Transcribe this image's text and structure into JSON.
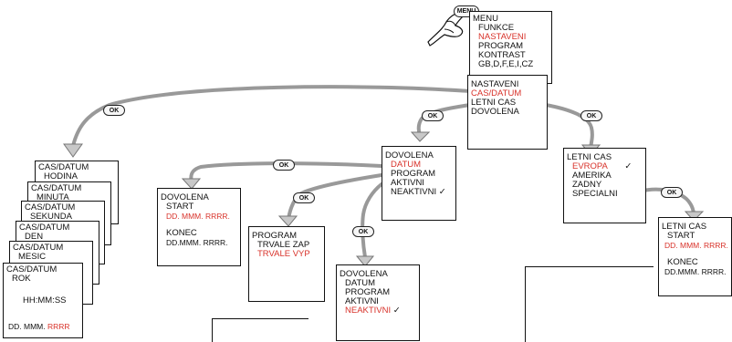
{
  "menu_button": "MENU",
  "ok_label": "OK",
  "menu_box": [
    "MENU",
    "FUNKCE",
    "NASTAVENI",
    "PROGRAM",
    "KONTRAST",
    "GB,D,F,E,I,CZ"
  ],
  "nastaveni_box": [
    "NASTAVENI",
    "CAS/DATUM",
    "LETNI CAS",
    "DOVOLENA"
  ],
  "cas_stack": [
    {
      "title": "CAS/DATUM",
      "sub": "HODINA"
    },
    {
      "title": "CAS/DATUM",
      "sub": "MINUTA"
    },
    {
      "title": "CAS/DATUM",
      "sub": "SEKUNDA"
    },
    {
      "title": "CAS/DATUM",
      "sub": "DEN"
    },
    {
      "title": "CAS/DATUM",
      "sub": "MESIC"
    }
  ],
  "cas_front": {
    "title": "CAS/DATUM",
    "sub": "ROK",
    "time": "HH:MM:SS",
    "date_prefix": "DD. MMM.",
    "date_red": "RRRR"
  },
  "dovolena_menu": [
    "DOVOLENA",
    "DATUM",
    "PROGRAM",
    "AKTIVNI",
    "NEAKTIVNI"
  ],
  "checkmark": "✓",
  "dovolena_datum": [
    "DOVOLENA",
    "START",
    "DD. MMM. RRRR.",
    "KONEC",
    "DD.MMM. RRRR."
  ],
  "program_box": [
    "PROGRAM",
    "TRVALE ZAP",
    "TRVALE VYP"
  ],
  "dovolena_neaktivni": [
    "DOVOLENA",
    "DATUM",
    "PROGRAM",
    "AKTIVNI",
    "NEAKTIVNI"
  ],
  "letni_cas_menu": [
    "LETNI CAS",
    "EVROPA",
    "AMERIKA",
    "ZADNY",
    "SPECIALNI"
  ],
  "letni_cas_start": [
    "LETNI CAS",
    "START",
    "DD. MMM. RRRR.",
    "KONEC",
    "DD.MMM. RRRR."
  ]
}
